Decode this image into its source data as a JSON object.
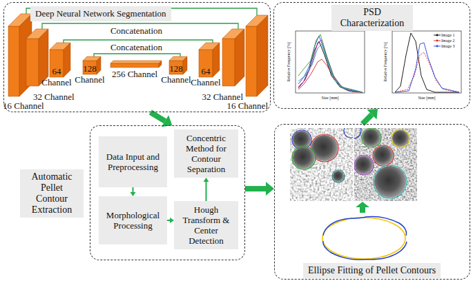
{
  "diagram": {
    "nodes": [
      {
        "text": [
          "Deep Neural Network Segmentation"
        ]
      },
      {
        "text": [
          "PSD Characterization"
        ]
      },
      {
        "text": [
          "Automatic Pellet Contour Extraction"
        ]
      },
      {
        "text": [
          "Data Input and Preprocessing"
        ],
        "in": 2
      },
      {
        "text": [
          "Concentric Method for Contour Separation"
        ],
        "in": 2
      },
      {
        "text": [
          "Morphological Processing"
        ],
        "in": 2
      },
      {
        "text": [
          "Hough Transform & Center Detection"
        ],
        "in": 2
      },
      {
        "text": [
          "Ellipse Fitting of Pellet Contours"
        ]
      }
    ],
    "edges": [
      {
        "from": 0,
        "to": 2,
        "arrow": "to"
      },
      {
        "from": 2,
        "to": 7,
        "arrow": "to"
      },
      {
        "from": 7,
        "to": 1,
        "arrow": "to"
      },
      {
        "from": 3,
        "to": 5,
        "arrow": "to"
      },
      {
        "from": 5,
        "to": 6,
        "arrow": "to"
      },
      {
        "from": 6,
        "to": 4,
        "arrow": "to"
      }
    ],
    "labels": [
      "Concatenation",
      "Concatenation",
      "64 Channel",
      "128 Channel",
      "256 Channel",
      "128 Channel",
      "64 Channel",
      "32 Channel",
      "32 Channel",
      "16 Channel",
      "16 Channel",
      "Relative Frequency [%]",
      "Size [mm]",
      "Relative Frequency [%]",
      "Size [mm]"
    ],
    "legend": [
      {
        "text": "Image 1"
      },
      {
        "text": "Image 2"
      },
      {
        "text": "Image 3"
      }
    ]
  }
}
